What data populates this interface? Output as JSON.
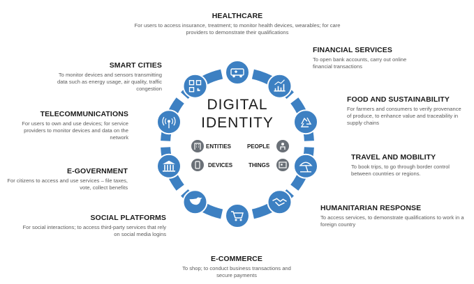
{
  "center": {
    "line1": "DIGITAL",
    "line2": "IDENTITY"
  },
  "entities": [
    {
      "label": "ENTITIES",
      "icon": "building-icon"
    },
    {
      "label": "PEOPLE",
      "icon": "person-icon"
    },
    {
      "label": "DEVICES",
      "icon": "mobile-device-icon"
    },
    {
      "label": "THINGS",
      "icon": "id-card-icon"
    }
  ],
  "sectors": [
    {
      "title": "HEALTHCARE",
      "desc": "For users to access insurance, treatment; to monitor health devices, wearables; for care providers to demonstrate their qualifications",
      "icon": "ambulance-icon"
    },
    {
      "title": "FINANCIAL SERVICES",
      "desc": "To open bank accounts, carry out online financial transactions",
      "icon": "chart-growth-icon"
    },
    {
      "title": "FOOD AND SUSTAINABILITY",
      "desc": "For farmers and consumers to verify provenance of produce, to enhance value and traceability in supply chains",
      "icon": "recycle-icon"
    },
    {
      "title": "TRAVEL AND MOBILITY",
      "desc": "To book trips, to go through border control between countries or regions.",
      "icon": "beach-umbrella-icon"
    },
    {
      "title": "HUMANITARIAN RESPONSE",
      "desc": "To access services, to demonstrate qualifications to work in a foreign country",
      "icon": "handshake-icon"
    },
    {
      "title": "E-COMMERCE",
      "desc": "To shop; to conduct business transactions and secure payments",
      "icon": "shopping-cart-icon"
    },
    {
      "title": "SOCIAL PLATFORMS",
      "desc": "For social interactions; to access third-party services that rely on social media logins",
      "icon": "bird-icon"
    },
    {
      "title": "E-GOVERNMENT",
      "desc": "For citizens to access and use services – file taxes, vote, collect benefits",
      "icon": "government-building-icon"
    },
    {
      "title": "TELECOMMUNICATIONS",
      "desc": "For users to own and use devices; for service providers to monitor devices and data on the network",
      "icon": "signal-icon"
    },
    {
      "title": "SMART CITIES",
      "desc": "To monitor devices and sensors transmitting data such as energy usage, air quality, traffic congestion",
      "icon": "qr-code-icon"
    }
  ],
  "colors": {
    "ring": "#3d80c2",
    "node": "#3d80c2",
    "center_icon_bg": "#6a7077"
  }
}
